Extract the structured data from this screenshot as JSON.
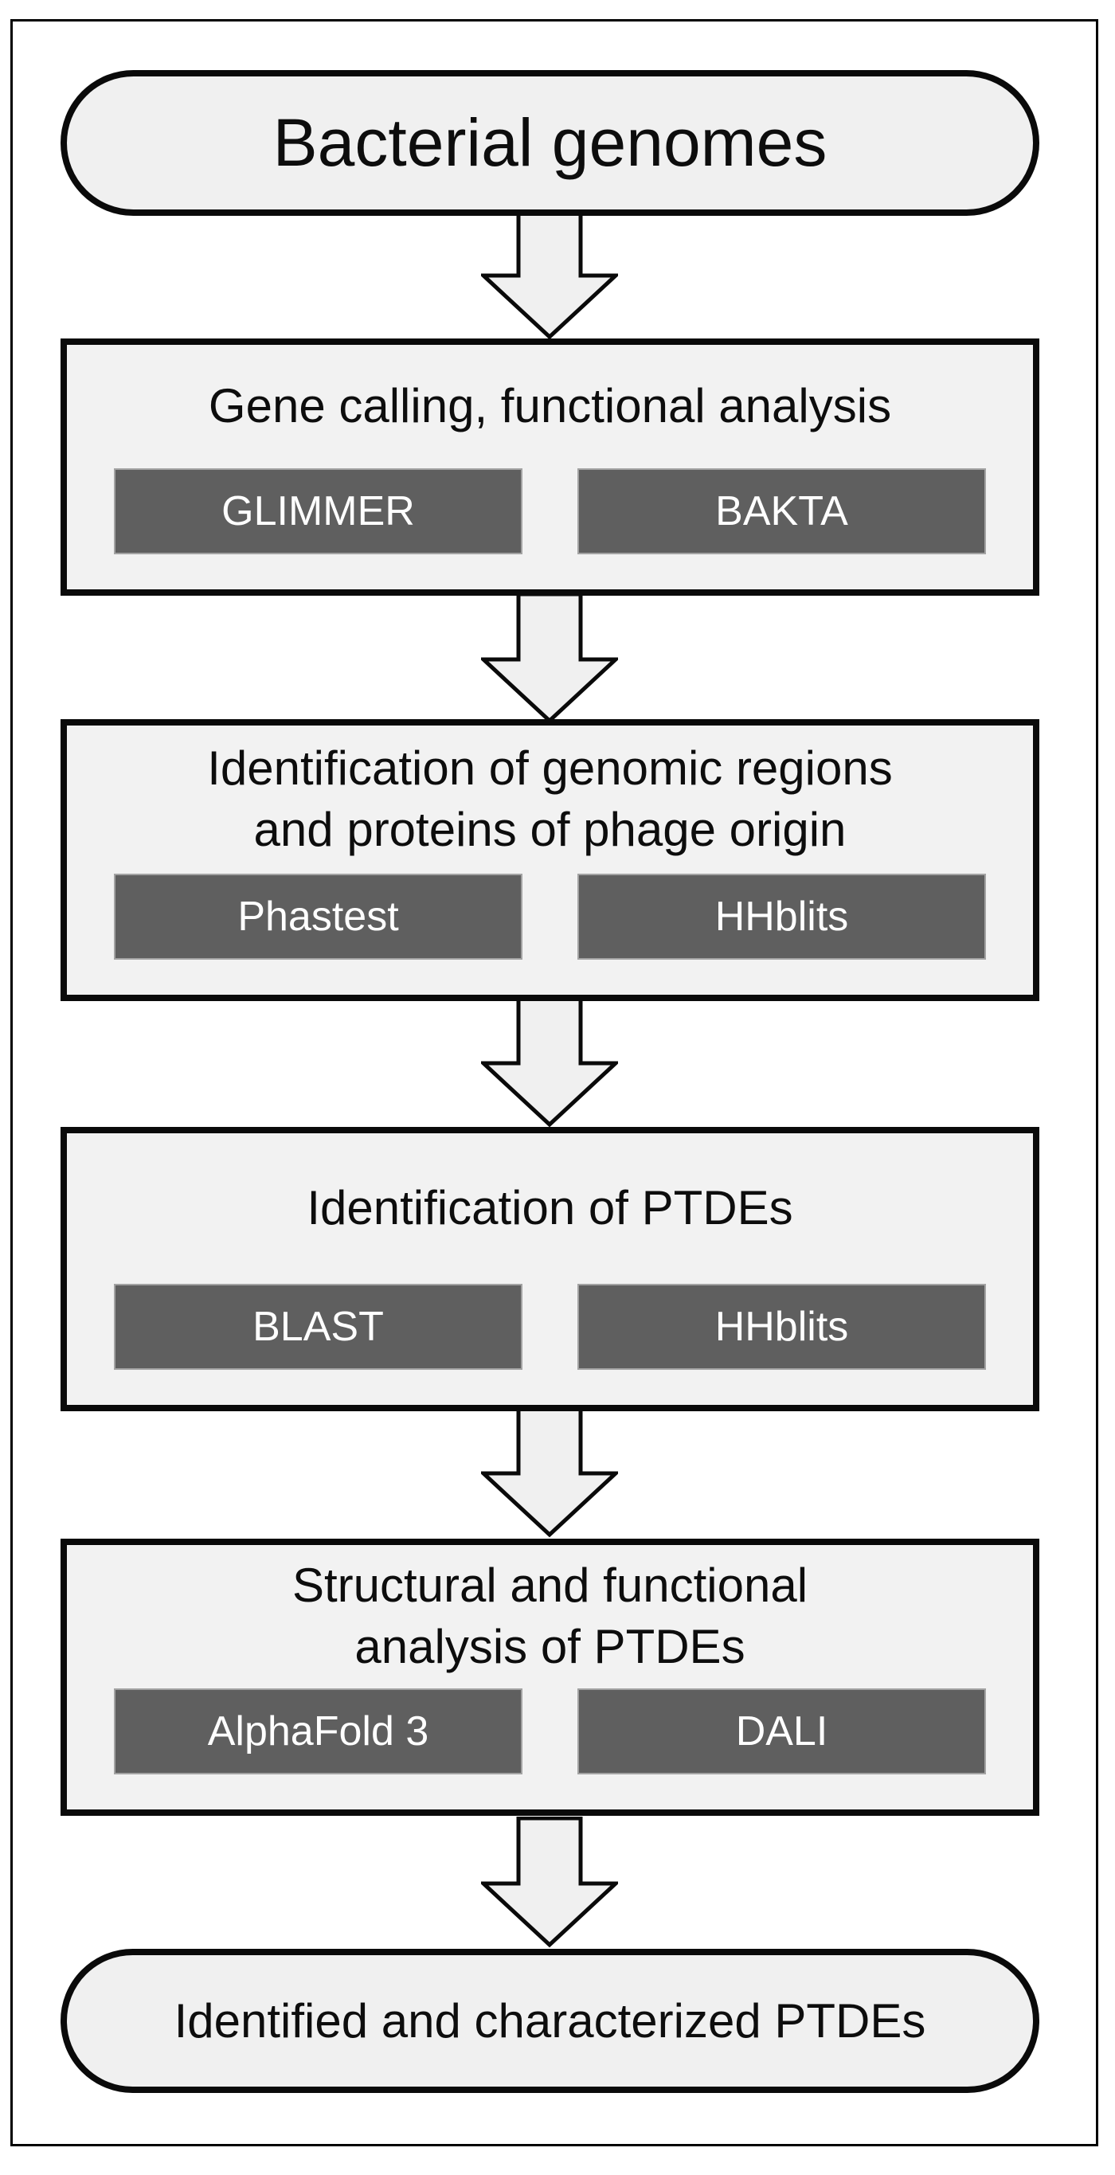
{
  "flow": {
    "start": {
      "label": "Bacterial genomes"
    },
    "steps": [
      {
        "lines": [
          "Gene calling, functional analysis"
        ],
        "tools": [
          "GLIMMER",
          "BAKTA"
        ]
      },
      {
        "lines": [
          "Identification of genomic regions",
          "and proteins of phage origin"
        ],
        "tools": [
          "Phastest",
          "HHblits"
        ]
      },
      {
        "lines": [
          "Identification of PTDEs"
        ],
        "tools": [
          "BLAST",
          "HHblits"
        ]
      },
      {
        "lines": [
          "Structural and functional",
          "analysis of PTDEs"
        ],
        "tools": [
          "AlphaFold 3",
          "DALI"
        ]
      }
    ],
    "end": {
      "label": "Identified and characterized PTDEs"
    }
  },
  "colors": {
    "node_fill": "#f2f2f2",
    "pill_fill": "#f0f0f0",
    "node_border": "#0a0a0a",
    "tool_fill": "#5f5f5f",
    "tool_text": "#ffffff",
    "frame_border": "#000000",
    "arrow_fill": "#f0f0f0"
  }
}
